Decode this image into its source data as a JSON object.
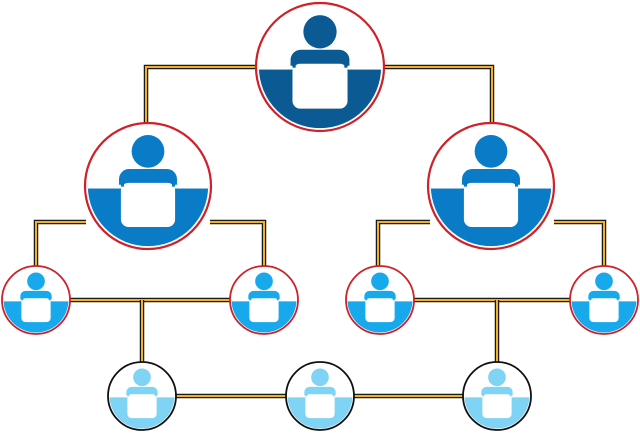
{
  "diagram": {
    "type": "org-hierarchy",
    "levels": [
      {
        "level": 1,
        "nodes": [
          {
            "id": "top",
            "role": "leader"
          }
        ]
      },
      {
        "level": 2,
        "nodes": [
          {
            "id": "mgr-left",
            "role": "manager"
          },
          {
            "id": "mgr-right",
            "role": "manager"
          }
        ]
      },
      {
        "level": 3,
        "nodes": [
          {
            "id": "staff-1",
            "role": "staff"
          },
          {
            "id": "staff-2",
            "role": "staff"
          },
          {
            "id": "staff-3",
            "role": "staff"
          },
          {
            "id": "staff-4",
            "role": "staff"
          }
        ]
      },
      {
        "level": 4,
        "nodes": [
          {
            "id": "junior-1",
            "role": "junior"
          },
          {
            "id": "junior-2",
            "role": "junior"
          },
          {
            "id": "junior-3",
            "role": "junior"
          }
        ]
      }
    ],
    "icon": "person-at-desk-icon",
    "colors": {
      "leader_fill": "#0b5a94",
      "manager_fill": "#0a7cc7",
      "staff_fill": "#18a8ec",
      "junior_fill": "#7fd3f5",
      "ring_upper": "#d02028",
      "ring_junior": "#111111",
      "connector_outer": "#1a1a1a",
      "connector_inner": "#f0b028",
      "desk": "#ffffff"
    }
  }
}
